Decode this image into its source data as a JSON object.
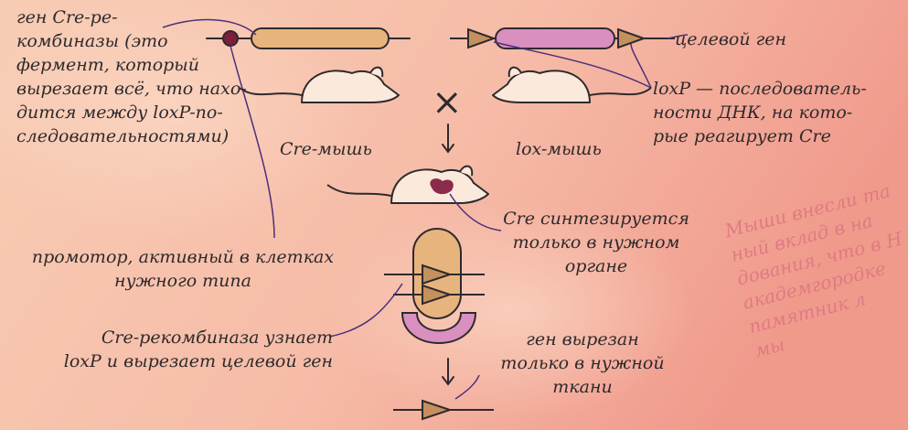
{
  "labels": {
    "cre_gene": "ген Cre-ре-\nкомбиназы (это\nфермент, который\nвырезает всё, что нахо-\nдится между loxP-по-\nследовательностями)",
    "target_gene": "целевой ген",
    "loxp": "loxP — последователь-\nности ДНК, на кото-\nрые реагирует Cre",
    "cre_mouse": "Cre-мышь",
    "lox_mouse": "lox-мышь",
    "promoter": "промотор, активный в клетках\nнужного типа",
    "cre_synth": "Cre синтезируется\nтолько в нужном\nоргане",
    "gene_cut": "ген вырезан\nтолько в нужной\nткани",
    "recombinase": "Cre-рекомбиназа узнает\nloxP и вырезает целевой ген",
    "cross": "×",
    "watermark": "Мыши внесли та\nный вклад в на\nдования, что в Н\nакадемгородке\nпамятник л\nмы"
  },
  "colors": {
    "bg_left": "#f7c6ae",
    "bg_right": "#f3a796",
    "cre_gene_bar": "#e8b47e",
    "target_gene_bar": "#d98fc0",
    "loxp_triangle": "#c4905e",
    "promoter_dot": "#7c1f3b",
    "organ": "#8a2b4a",
    "pointer_line": "#4a2f7a",
    "watermark": "#e07a82"
  }
}
